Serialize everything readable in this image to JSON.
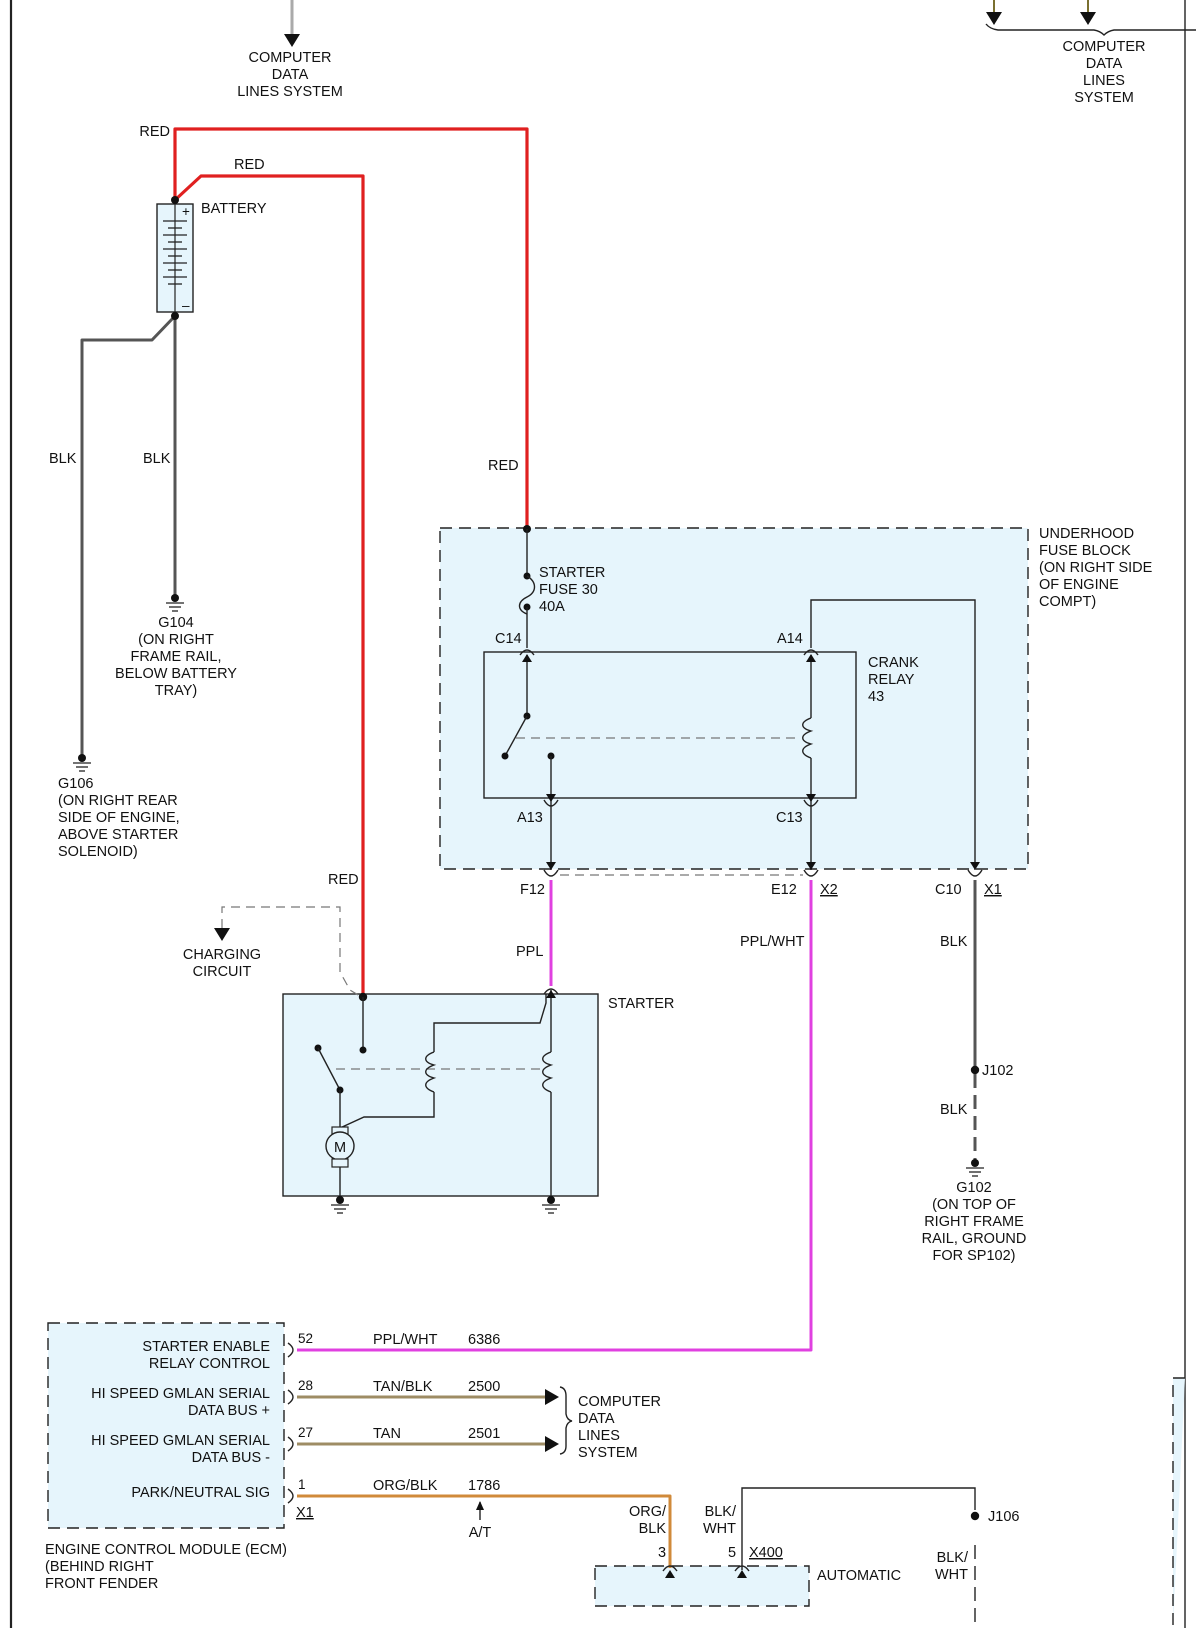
{
  "colors": {
    "red_wire": "#e02020",
    "blk_wire": "#555555",
    "ppl_wire": "#e040e0",
    "tan_wire": "#9e8c64",
    "org_wire": "#d08a3a",
    "component_fill": "#e6f5fc"
  },
  "top": {
    "cdl_left": [
      "COMPUTER",
      "DATA",
      "LINES SYSTEM"
    ],
    "cdl_right": [
      "COMPUTER",
      "DATA",
      "LINES",
      "SYSTEM"
    ]
  },
  "battery": {
    "label": "BATTERY",
    "plus": "+",
    "minus": "–",
    "wire_red_1": "RED",
    "wire_red_2": "RED",
    "wire_blk_1": "BLK",
    "wire_blk_2": "BLK"
  },
  "grounds": {
    "g104": [
      "G104",
      "(ON RIGHT",
      "FRAME RAIL,",
      "BELOW BATTERY",
      "TRAY)"
    ],
    "g106": [
      "G106",
      "(ON RIGHT REAR",
      "SIDE OF ENGINE,",
      "ABOVE STARTER",
      "SOLENOID)"
    ],
    "g102": [
      "G102",
      "(ON TOP OF",
      "RIGHT FRAME",
      "RAIL, GROUND",
      "FOR SP102)"
    ]
  },
  "fuse_block": {
    "wire_in": "RED",
    "title": [
      "UNDERHOOD",
      "FUSE BLOCK",
      "(ON RIGHT SIDE",
      "OF ENGINE",
      "COMPT)"
    ],
    "fuse": [
      "STARTER",
      "FUSE 30",
      "40A"
    ],
    "relay": [
      "CRANK",
      "RELAY",
      "43"
    ],
    "pins": {
      "c14": "C14",
      "a14": "A14",
      "a13": "A13",
      "c13": "C13",
      "f12": "F12",
      "e12": "E12",
      "c10": "C10"
    },
    "conn_x2": "X2",
    "conn_x1": "X1"
  },
  "starter": {
    "label": "STARTER",
    "motor": "M",
    "wire_red": "RED",
    "wire_ppl": "PPL",
    "charging": [
      "CHARGING",
      "CIRCUIT"
    ]
  },
  "right_circuit": {
    "wire_pplwht": "PPL/WHT",
    "wire_blk": "BLK",
    "j102": "J102",
    "wire_blk_2": "BLK"
  },
  "ecm": {
    "rows": [
      {
        "lines": [
          "STARTER ENABLE",
          "RELAY CONTROL"
        ],
        "pin": "52",
        "wire": "PPL/WHT",
        "circuit": "6386"
      },
      {
        "lines": [
          "HI SPEED GMLAN SERIAL",
          "DATA BUS +"
        ],
        "pin": "28",
        "wire": "TAN/BLK",
        "circuit": "2500"
      },
      {
        "lines": [
          "HI SPEED GMLAN SERIAL",
          "DATA BUS -"
        ],
        "pin": "27",
        "wire": "TAN",
        "circuit": "2501"
      },
      {
        "lines": [
          "PARK/NEUTRAL SIG"
        ],
        "pin": "1",
        "wire": "ORG/BLK",
        "circuit": "1786"
      }
    ],
    "conn": "X1",
    "title": [
      "ENGINE CONTROL MODULE (ECM)",
      "(BEHIND RIGHT",
      "FRONT FENDER"
    ],
    "cdl": [
      "COMPUTER",
      "DATA",
      "LINES",
      "SYSTEM"
    ],
    "at": "A/T"
  },
  "bottom": {
    "org_blk": [
      "ORG/",
      "BLK"
    ],
    "blk_wht": [
      "BLK/",
      "WHT"
    ],
    "pin3": "3",
    "pin5": "5",
    "x400": "X400",
    "auto": "AUTOMATIC",
    "j106": "J106",
    "blk_wht_2": [
      "BLK/",
      "WHT"
    ]
  }
}
